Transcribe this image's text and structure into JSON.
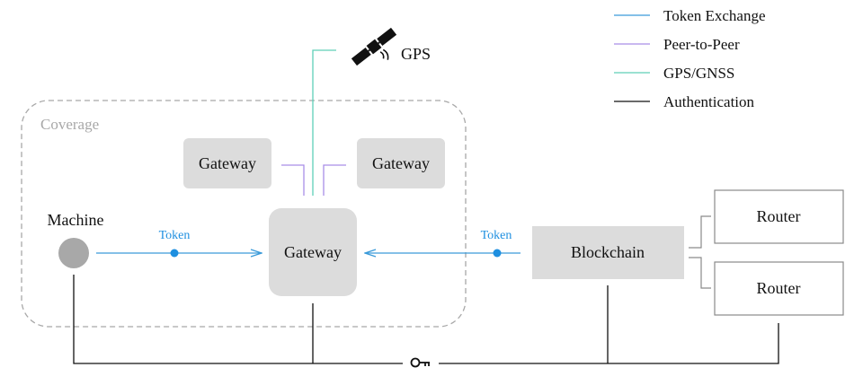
{
  "legend": {
    "items": [
      {
        "label": "Token Exchange",
        "color": "#3a9ad9"
      },
      {
        "label": "Peer-to-Peer",
        "color": "#a98ee8"
      },
      {
        "label": "GPS/GNSS",
        "color": "#5fcfb8"
      },
      {
        "label": "Authentication",
        "color": "#111111"
      }
    ]
  },
  "nodes": {
    "coverage_label": "Coverage",
    "gps_label": "GPS",
    "machine_label": "Machine",
    "gateway_left_label": "Gateway",
    "gateway_right_label": "Gateway",
    "gateway_center_label": "Gateway",
    "blockchain_label": "Blockchain",
    "router_top_label": "Router",
    "router_bottom_label": "Router"
  },
  "tokens": {
    "left_label": "Token",
    "right_label": "Token"
  },
  "icons": {
    "gps": "satellite-icon",
    "auth": "key-icon"
  },
  "colors": {
    "node_fill": "#dcdcdc",
    "machine_fill": "#a8a8a8",
    "token": "#1e8fe0"
  }
}
